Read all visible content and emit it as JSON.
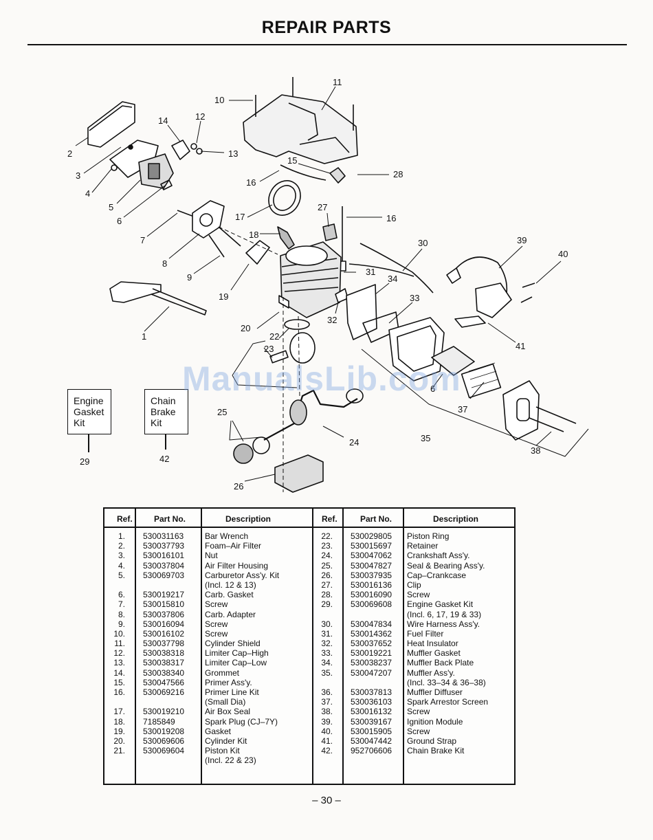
{
  "page": {
    "title": "REPAIR PARTS",
    "page_number": "– 30 –",
    "watermark": "ManualsLib.com"
  },
  "diagram": {
    "callouts": [
      "1",
      "2",
      "3",
      "4",
      "5",
      "6",
      "7",
      "8",
      "9",
      "10",
      "11",
      "12",
      "13",
      "14",
      "15",
      "16",
      "16",
      "17",
      "18",
      "19",
      "20",
      "22",
      "23",
      "24",
      "25",
      "26",
      "27",
      "28",
      "30",
      "31",
      "32",
      "33",
      "34",
      "35",
      "6",
      "37",
      "38",
      "39",
      "40",
      "41"
    ]
  },
  "kits": [
    {
      "lines": [
        "Engine",
        "Gasket",
        "Kit"
      ],
      "ref": "29"
    },
    {
      "lines": [
        "Chain",
        "Brake",
        "Kit"
      ],
      "ref": "42"
    }
  ],
  "table": {
    "headers": {
      "ref": "Ref.",
      "part": "Part No.",
      "desc": "Description"
    },
    "left": [
      {
        "ref": "1.",
        "part": "530031163",
        "desc": "Bar Wrench"
      },
      {
        "ref": "2.",
        "part": "530037793",
        "desc": "Foam–Air Filter"
      },
      {
        "ref": "3.",
        "part": "530016101",
        "desc": "Nut"
      },
      {
        "ref": "4.",
        "part": "530037804",
        "desc": "Air Filter Housing"
      },
      {
        "ref": "5.",
        "part": "530069703",
        "desc": "Carburetor Ass'y. Kit"
      },
      {
        "ref": "",
        "part": "",
        "desc": "(Incl. 12 & 13)"
      },
      {
        "ref": "6.",
        "part": "530019217",
        "desc": "Carb. Gasket"
      },
      {
        "ref": "7.",
        "part": "530015810",
        "desc": "Screw"
      },
      {
        "ref": "8.",
        "part": "530037806",
        "desc": "Carb. Adapter"
      },
      {
        "ref": "9.",
        "part": "530016094",
        "desc": "Screw"
      },
      {
        "ref": "10.",
        "part": "530016102",
        "desc": "Screw"
      },
      {
        "ref": "11.",
        "part": "530037798",
        "desc": "Cylinder Shield"
      },
      {
        "ref": "12.",
        "part": "530038318",
        "desc": "Limiter Cap–High"
      },
      {
        "ref": "13.",
        "part": "530038317",
        "desc": "Limiter Cap–Low"
      },
      {
        "ref": "14.",
        "part": "530038340",
        "desc": "Grommet"
      },
      {
        "ref": "15.",
        "part": "530047566",
        "desc": "Primer Ass'y."
      },
      {
        "ref": "16.",
        "part": "530069216",
        "desc": "Primer Line Kit"
      },
      {
        "ref": "",
        "part": "",
        "desc": "(Small Dia)"
      },
      {
        "ref": "17.",
        "part": "530019210",
        "desc": "Air Box Seal"
      },
      {
        "ref": "18.",
        "part": "7185849",
        "desc": "Spark Plug (CJ–7Y)"
      },
      {
        "ref": "19.",
        "part": "530019208",
        "desc": "Gasket"
      },
      {
        "ref": "20.",
        "part": "530069606",
        "desc": "Cylinder Kit"
      },
      {
        "ref": "21.",
        "part": "530069604",
        "desc": "Piston Kit"
      },
      {
        "ref": "",
        "part": "",
        "desc": "(Incl. 22 & 23)"
      }
    ],
    "right": [
      {
        "ref": "22.",
        "part": "530029805",
        "desc": "Piston Ring"
      },
      {
        "ref": "23.",
        "part": "530015697",
        "desc": "Retainer"
      },
      {
        "ref": "24.",
        "part": "530047062",
        "desc": "Crankshaft Ass'y."
      },
      {
        "ref": "25.",
        "part": "530047827",
        "desc": "Seal & Bearing Ass'y."
      },
      {
        "ref": "26.",
        "part": "530037935",
        "desc": "Cap–Crankcase"
      },
      {
        "ref": "27.",
        "part": "530016136",
        "desc": "Clip"
      },
      {
        "ref": "28.",
        "part": "530016090",
        "desc": "Screw"
      },
      {
        "ref": "29.",
        "part": "530069608",
        "desc": "Engine Gasket Kit"
      },
      {
        "ref": "",
        "part": "",
        "desc": "(Incl. 6, 17, 19 & 33)"
      },
      {
        "ref": "30.",
        "part": "530047834",
        "desc": "Wire Harness Ass'y."
      },
      {
        "ref": "31.",
        "part": "530014362",
        "desc": "Fuel Filter"
      },
      {
        "ref": "32.",
        "part": "530037652",
        "desc": "Heat Insulator"
      },
      {
        "ref": "33.",
        "part": "530019221",
        "desc": "Muffler Gasket"
      },
      {
        "ref": "34.",
        "part": "530038237",
        "desc": "Muffler Back Plate"
      },
      {
        "ref": "35.",
        "part": "530047207",
        "desc": "Muffler Ass'y."
      },
      {
        "ref": "",
        "part": "",
        "desc": "(Incl. 33–34 & 36–38)"
      },
      {
        "ref": "36.",
        "part": "530037813",
        "desc": "Muffler Diffuser"
      },
      {
        "ref": "37.",
        "part": "530036103",
        "desc": "Spark Arrestor Screen"
      },
      {
        "ref": "38.",
        "part": "530016132",
        "desc": "Screw"
      },
      {
        "ref": "39.",
        "part": "530039167",
        "desc": "Ignition Module"
      },
      {
        "ref": "40.",
        "part": "530015905",
        "desc": "Screw"
      },
      {
        "ref": "41.",
        "part": "530047442",
        "desc": "Ground Strap"
      },
      {
        "ref": "42.",
        "part": "952706606",
        "desc": "Chain Brake Kit"
      }
    ]
  }
}
